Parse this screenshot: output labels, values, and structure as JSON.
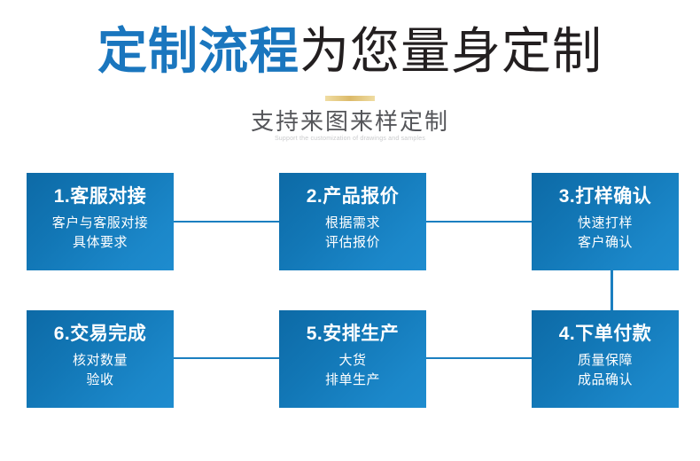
{
  "header": {
    "title_accent": "定制流程",
    "title_plain": "为您量身定制",
    "subtitle_cn": "支持来图来样定制",
    "subtitle_en": "Support the customization of drawings and samples",
    "accent_color": "#1a76be",
    "plain_color": "#231f20",
    "divider_color": "#dcba69"
  },
  "flow": {
    "box_gradient_start": "#0d6aa6",
    "box_gradient_end": "#1e8ccf",
    "connector_color": "#1b7fc0",
    "steps": [
      {
        "id": 1,
        "title": "1.客服对接",
        "lines": [
          "客户与客服对接",
          "具体要求"
        ]
      },
      {
        "id": 2,
        "title": "2.产品报价",
        "lines": [
          "根据需求",
          "评估报价"
        ]
      },
      {
        "id": 3,
        "title": "3.打样确认",
        "lines": [
          "快速打样",
          "客户确认"
        ]
      },
      {
        "id": 4,
        "title": "4.下单付款",
        "lines": [
          "质量保障",
          "成品确认"
        ]
      },
      {
        "id": 5,
        "title": "5.安排生产",
        "lines": [
          "大货",
          "排单生产"
        ]
      },
      {
        "id": 6,
        "title": "6.交易完成",
        "lines": [
          "核对数量",
          "验收"
        ]
      }
    ]
  }
}
